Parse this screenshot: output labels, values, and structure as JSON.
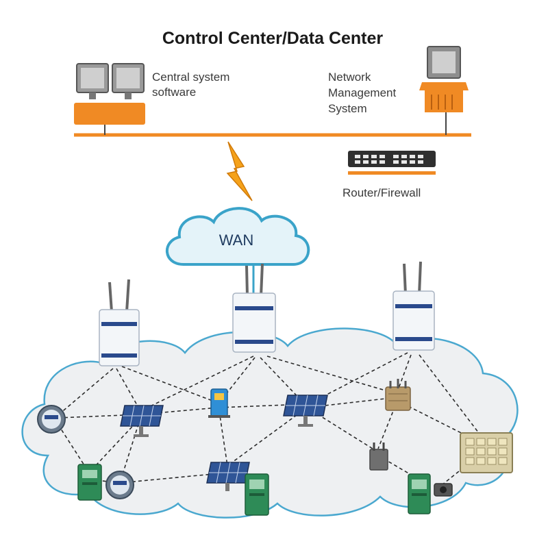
{
  "title": "Control Center/Data Center",
  "labels": {
    "central_line1": "Central system",
    "central_line2": "software",
    "nms_line1": "Network",
    "nms_line2": "Management",
    "nms_line3": "System",
    "router": "Router/Firewall",
    "wan": "WAN"
  },
  "colors": {
    "accent_orange": "#f08a24",
    "cloud_blue": "#3aa3c9",
    "cloud_fill": "#e4f3f9",
    "mesh_cloud": "#eef0f2",
    "device_green": "#2e8b57",
    "gateway_blue": "#2a4a8c"
  },
  "icons": {
    "central_monitors": "computer-monitor-icon",
    "nms_terminal": "workstation-icon",
    "router": "router-icon",
    "lightning": "lightning-bolt-icon",
    "wan_cloud": "cloud-icon",
    "gateway": "wireless-gateway-icon",
    "meter": "smart-meter-icon",
    "solar": "solar-panel-icon",
    "charger": "ev-charger-icon",
    "transformer": "transformer-icon",
    "controller": "controller-board-icon",
    "substation": "substation-cabinet-icon",
    "camera": "camera-icon"
  }
}
